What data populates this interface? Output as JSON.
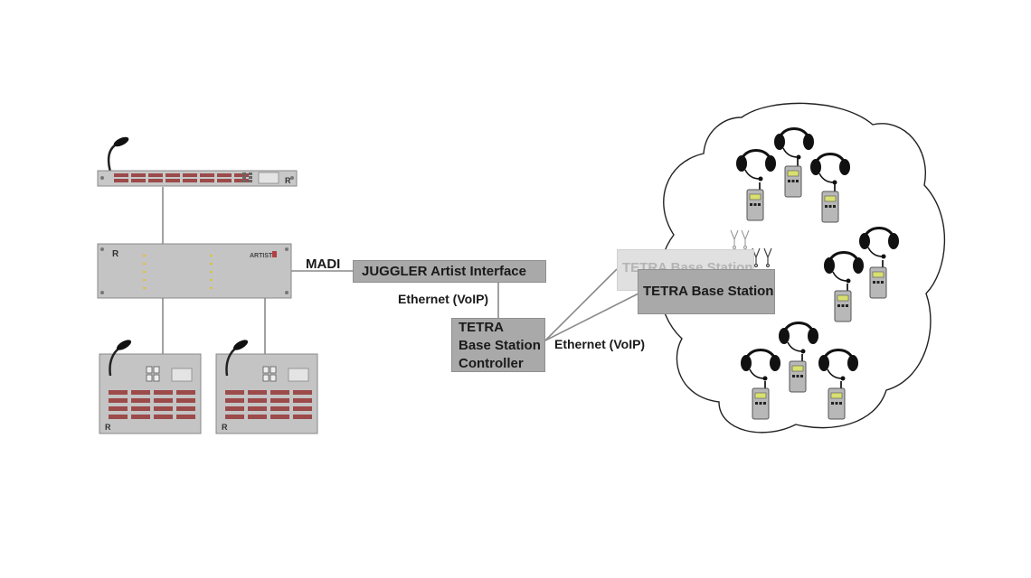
{
  "labels": {
    "madi": "MADI",
    "juggler": "JUGGLER Artist Interface",
    "ethernet_top": "Ethernet (VoIP)",
    "ethernet_right": "Ethernet (VoIP)",
    "bsc_line1": "TETRA",
    "bsc_line2": "Base Station",
    "bsc_line3": "Controller",
    "base_station_front": "TETRA Base Station",
    "base_station_back": "TETRA Base Station"
  },
  "colors": {
    "box_fill": "#a9a9a9",
    "ghost_box_fill": "#e0e0e0",
    "line": "#8a8a8a",
    "device_body": "#c4c4c4",
    "button_red": "#9c4a4a",
    "cloud_stroke": "#222222"
  },
  "icons": {
    "headset": "headset-icon",
    "radio": "radio-handset-icon",
    "antenna": "antenna-icon",
    "microphone": "gooseneck-microphone-icon"
  }
}
